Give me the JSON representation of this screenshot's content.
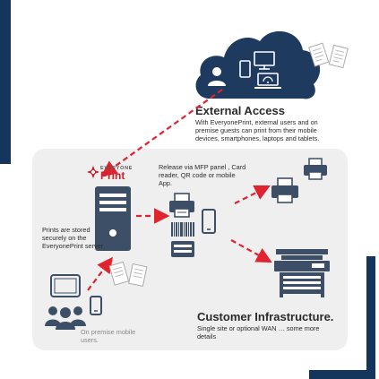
{
  "external_access": {
    "title": "External Access",
    "description": "With EveryonePrint, external users and on premise guests can print from their mobile devices, smartphones, laptops and tablets."
  },
  "logo": {
    "top_text": "EVERYONE",
    "main_text": "Print"
  },
  "release": {
    "text": "Release via MFP panel , Card reader, QR code or mobile App."
  },
  "server": {
    "text": "Prints are stored securely on the EveryonePrint server"
  },
  "mobile_users": {
    "text": "On premise mobile users."
  },
  "customer_infrastructure": {
    "title": "Customer Infrastructure.",
    "description": "Single site or optional WAN … some more details"
  },
  "colors": {
    "frame": "#15365c",
    "arrow": "#e0232e",
    "icon": "#3d4f66",
    "cloud": "#1f3a5f",
    "logo_red": "#d0202b"
  },
  "icons": [
    "cloud-icon",
    "user-icon",
    "smartphone-icon",
    "monitor-icon",
    "laptop-icon",
    "document-icon",
    "server-tower-icon",
    "printer-icon",
    "barcode-icon",
    "card-reader-icon",
    "tablet-icon",
    "group-users-icon",
    "mfp-copier-icon"
  ]
}
